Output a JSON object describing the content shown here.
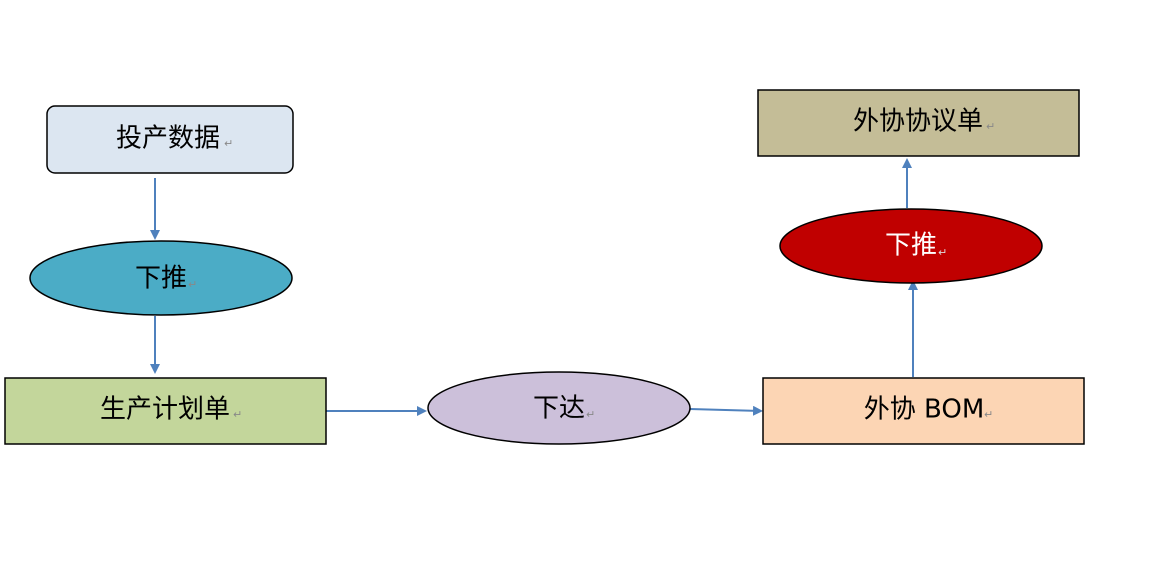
{
  "diagram": {
    "nodes": {
      "production_data": {
        "label": "投产数据",
        "fill": "#dce6f1"
      },
      "push_down_1": {
        "label": "下推",
        "fill": "#4bacc6"
      },
      "production_plan": {
        "label": "生产计划单",
        "fill": "#c3d69b"
      },
      "issue": {
        "label": "下达",
        "fill": "#ccc0da"
      },
      "outsource_bom": {
        "label": "外协 BOM",
        "fill": "#fcd5b4"
      },
      "push_down_2": {
        "label": "下推",
        "fill": "#c00000"
      },
      "outsource_agreement": {
        "label": "外协协议单",
        "fill": "#c4bd97"
      }
    },
    "edge_color": "#4f81bd",
    "paragraph_mark": "↵"
  }
}
